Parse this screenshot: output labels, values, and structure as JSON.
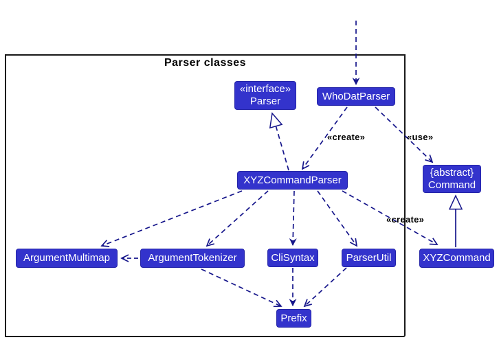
{
  "diagram": {
    "type": "uml-class-diagram",
    "frame_title": "Parser classes"
  },
  "nodes": {
    "parser": {
      "stereotype": "«interface»",
      "name": "Parser"
    },
    "whodat": {
      "name": "WhoDatParser"
    },
    "xyzparser": {
      "name": "XYZCommandParser"
    },
    "multimap": {
      "name": "ArgumentMultimap"
    },
    "tokenizer": {
      "name": "ArgumentTokenizer"
    },
    "clisyntax": {
      "name": "CliSyntax"
    },
    "parserutil": {
      "name": "ParserUtil"
    },
    "xyzcommand": {
      "name": "XYZCommand"
    },
    "command": {
      "stereotype": "{abstract}",
      "name": "Command"
    },
    "prefix": {
      "name": "Prefix"
    }
  },
  "edge_labels": {
    "create_top": "«create»",
    "use": "«use»",
    "create_bottom": "«create»"
  },
  "colors": {
    "box_fill": "#3333CC",
    "box_border": "#2424A8",
    "box_text": "#FFFFFF",
    "edge_line": "#16168B",
    "label_text": "#000000",
    "frame_border": "#181818",
    "background": "#FFFFFF"
  }
}
